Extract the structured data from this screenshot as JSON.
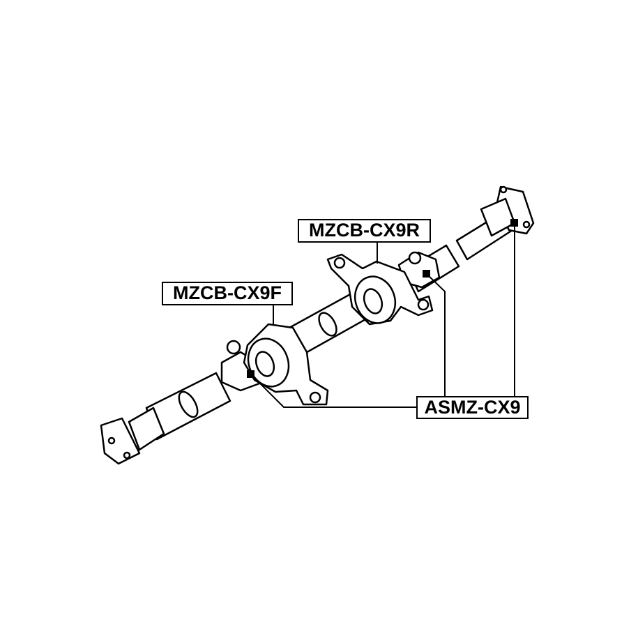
{
  "labels": {
    "rear_bearing": "MZCB-CX9R",
    "front_bearing": "MZCB-CX9F",
    "joint": "ASMZ-CX9"
  },
  "colors": {
    "line": "#000000",
    "background": "#ffffff"
  }
}
